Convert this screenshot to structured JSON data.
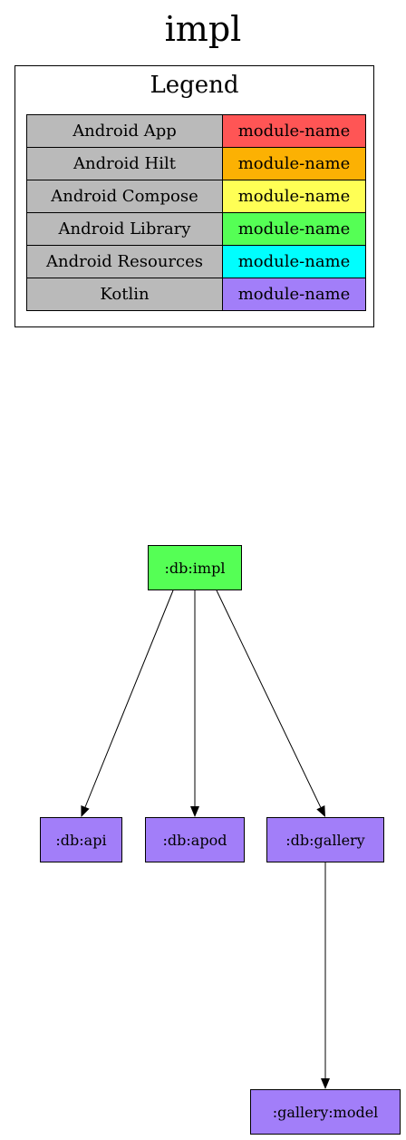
{
  "title": "impl",
  "legend": {
    "title": "Legend",
    "rows": [
      {
        "type": "Android App",
        "sample": "module-name",
        "color": "#ff5555"
      },
      {
        "type": "Android Hilt",
        "sample": "module-name",
        "color": "#fcb103"
      },
      {
        "type": "Android Compose",
        "sample": "module-name",
        "color": "#ffff55"
      },
      {
        "type": "Android Library",
        "sample": "module-name",
        "color": "#55ff55"
      },
      {
        "type": "Android Resources",
        "sample": "module-name",
        "color": "#00fefe"
      },
      {
        "type": "Kotlin",
        "sample": "module-name",
        "color": "#a27ef9"
      }
    ]
  },
  "graph": {
    "nodes": [
      {
        "id": "db-impl",
        "label": ":db:impl",
        "color": "#55ff55"
      },
      {
        "id": "db-api",
        "label": ":db:api",
        "color": "#a27ef9"
      },
      {
        "id": "db-apod",
        "label": ":db:apod",
        "color": "#a27ef9"
      },
      {
        "id": "db-gallery",
        "label": ":db:gallery",
        "color": "#a27ef9"
      },
      {
        "id": "gallery-model",
        "label": ":gallery:model",
        "color": "#a27ef9"
      }
    ],
    "edges": [
      {
        "from": "db-impl",
        "to": "db-api"
      },
      {
        "from": "db-impl",
        "to": "db-apod"
      },
      {
        "from": "db-impl",
        "to": "db-gallery"
      },
      {
        "from": "db-gallery",
        "to": "gallery-model"
      }
    ]
  }
}
